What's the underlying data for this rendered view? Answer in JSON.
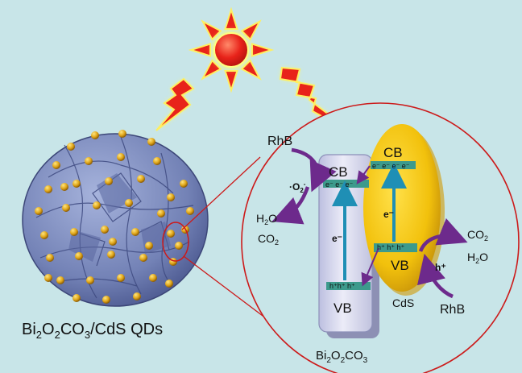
{
  "composite_label": {
    "pre": "Bi",
    "s1": "2",
    "mid1": "O",
    "s2": "2",
    "mid2": "CO",
    "s3": "3",
    "post": "/CdS QDs"
  },
  "bi_label": {
    "pre": "Bi",
    "s1": "2",
    "mid1": "O",
    "s2": "2",
    "mid2": "CO",
    "s3": "3"
  },
  "bi": {
    "cb": "CB",
    "vb": "VB",
    "cb_electrons": "e⁻ e⁻ e⁻",
    "vb_holes": "h⁺h⁺ h⁺",
    "transfer": "e⁻"
  },
  "cds": {
    "name": "CdS",
    "cb": "CB",
    "vb": "VB",
    "cb_electrons": "e⁻ e⁻ e⁻ e⁻",
    "vb_holes": "h⁺ h⁺ h⁺",
    "transfer": "e⁻"
  },
  "left_reaction": {
    "reactant": "RhB",
    "radical": "·O",
    "radical_sub": "2",
    "radical_sup": "-",
    "p1": "H",
    "p1_sub": "2",
    "p1_post": "O",
    "p2": "CO",
    "p2_sub": "2"
  },
  "right_reaction": {
    "reactant": "RhB",
    "hole": "h⁺",
    "p1": "CO",
    "p1_sub": "2",
    "p2": "H",
    "p2_sub": "2",
    "p2_post": "O"
  },
  "colors": {
    "background": "#c8e5e8",
    "circle": "#cc1a1a",
    "sun": "#e8231a",
    "rays": "#e8231a",
    "cds": "#f2c10c",
    "bi_box": "#d9d9ef",
    "band": "#3c9a8c",
    "arrow": "#1f8fb5",
    "reaction_arrow": "#6d2a8c",
    "dots": "#e0a61a"
  }
}
